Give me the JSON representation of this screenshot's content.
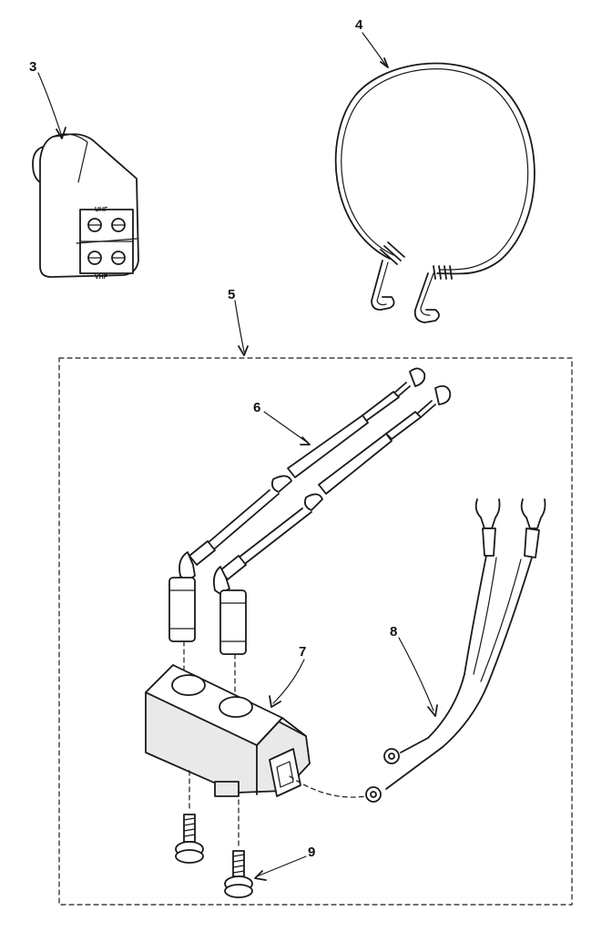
{
  "callouts": {
    "c3": "3",
    "c4": "4",
    "c5": "5",
    "c6": "6",
    "c7": "7",
    "c8": "8",
    "c9": "9"
  },
  "adapter": {
    "top_label": "UHF",
    "bottom_label": "VHF"
  }
}
